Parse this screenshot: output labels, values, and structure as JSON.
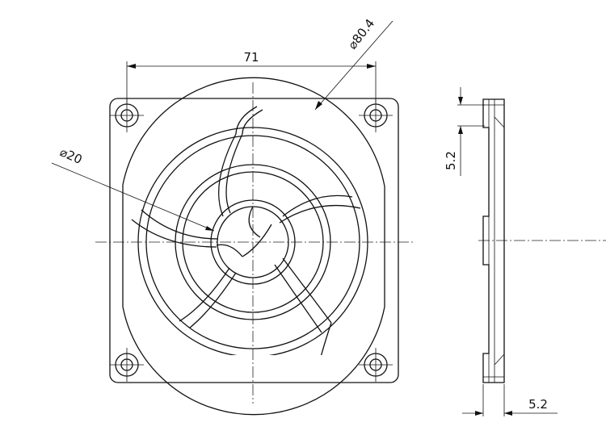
{
  "dimensions": {
    "width_label": "71",
    "outer_diameter_label": "⌀80.4",
    "hub_diameter_label": "⌀20",
    "side_top_label": "5.2",
    "side_bottom_label": "5.2"
  }
}
